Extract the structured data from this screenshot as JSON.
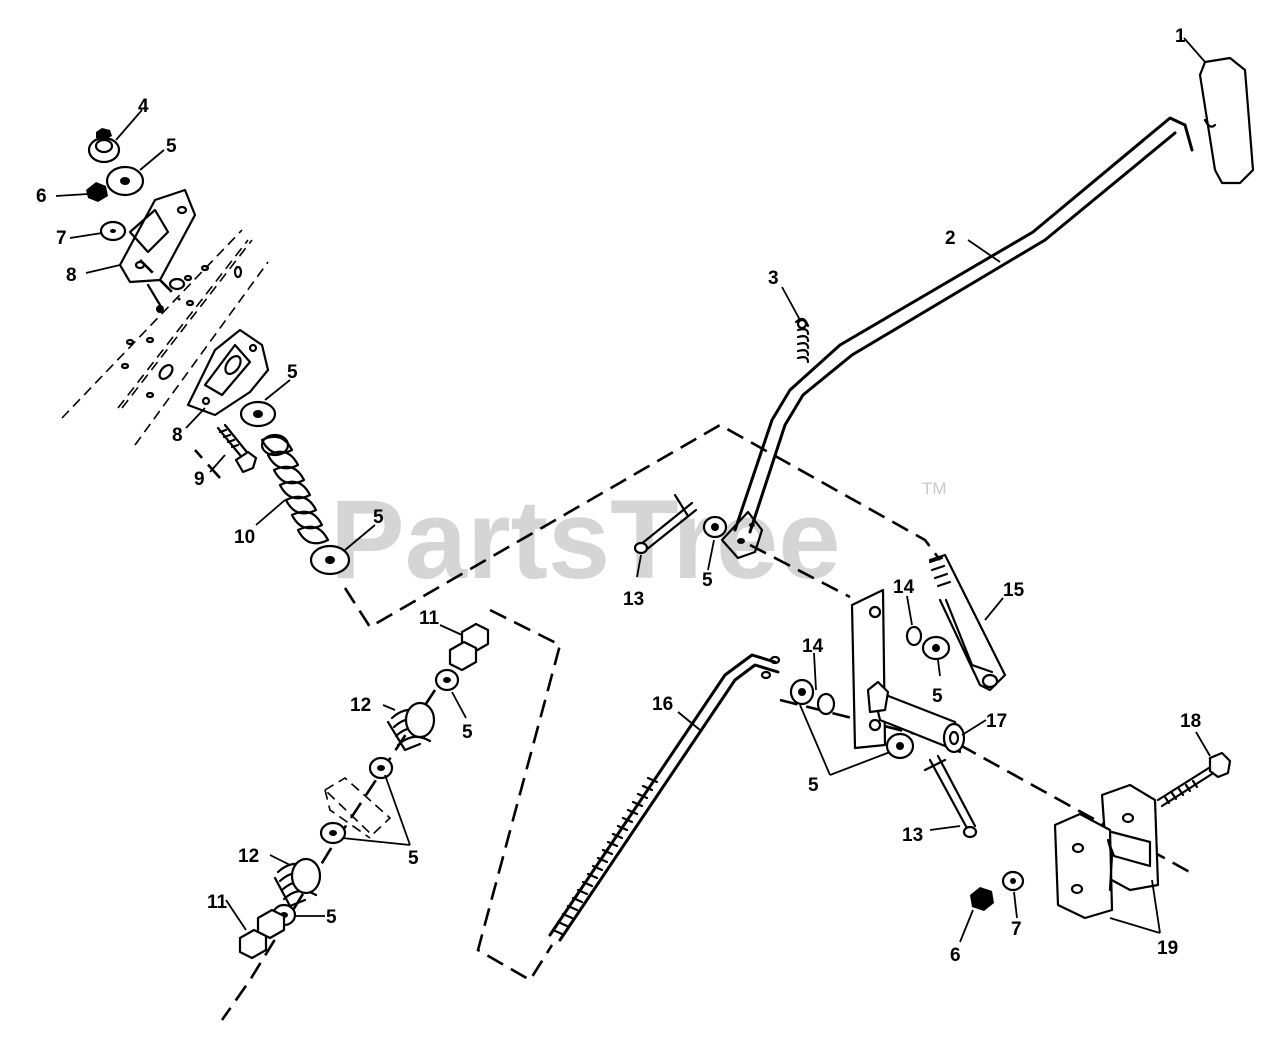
{
  "watermark": {
    "text": "PartsTree",
    "trademark": "TM"
  },
  "callouts": [
    {
      "id": "c1",
      "label": "1"
    },
    {
      "id": "c2",
      "label": "2"
    },
    {
      "id": "c3",
      "label": "3"
    },
    {
      "id": "c4",
      "label": "4"
    },
    {
      "id": "c5a",
      "label": "5"
    },
    {
      "id": "c6a",
      "label": "6"
    },
    {
      "id": "c7a",
      "label": "7"
    },
    {
      "id": "c8a",
      "label": "8"
    },
    {
      "id": "c5b",
      "label": "5"
    },
    {
      "id": "c8b",
      "label": "8"
    },
    {
      "id": "c9",
      "label": "9"
    },
    {
      "id": "c10",
      "label": "10"
    },
    {
      "id": "c5c",
      "label": "5"
    },
    {
      "id": "c13a",
      "label": "13"
    },
    {
      "id": "c5d",
      "label": "5"
    },
    {
      "id": "c14a",
      "label": "14"
    },
    {
      "id": "c15",
      "label": "15"
    },
    {
      "id": "c11a",
      "label": "11"
    },
    {
      "id": "c5e",
      "label": "5"
    },
    {
      "id": "c12a",
      "label": "12"
    },
    {
      "id": "c16",
      "label": "16"
    },
    {
      "id": "c14b",
      "label": "14"
    },
    {
      "id": "c5f",
      "label": "5"
    },
    {
      "id": "c17",
      "label": "17"
    },
    {
      "id": "c5g",
      "label": "5"
    },
    {
      "id": "c18",
      "label": "18"
    },
    {
      "id": "c5h",
      "label": "5"
    },
    {
      "id": "c12b",
      "label": "12"
    },
    {
      "id": "c13b",
      "label": "13"
    },
    {
      "id": "c11b",
      "label": "11"
    },
    {
      "id": "c5i",
      "label": "5"
    },
    {
      "id": "c6b",
      "label": "6"
    },
    {
      "id": "c7b",
      "label": "7"
    },
    {
      "id": "c19",
      "label": "19"
    }
  ]
}
